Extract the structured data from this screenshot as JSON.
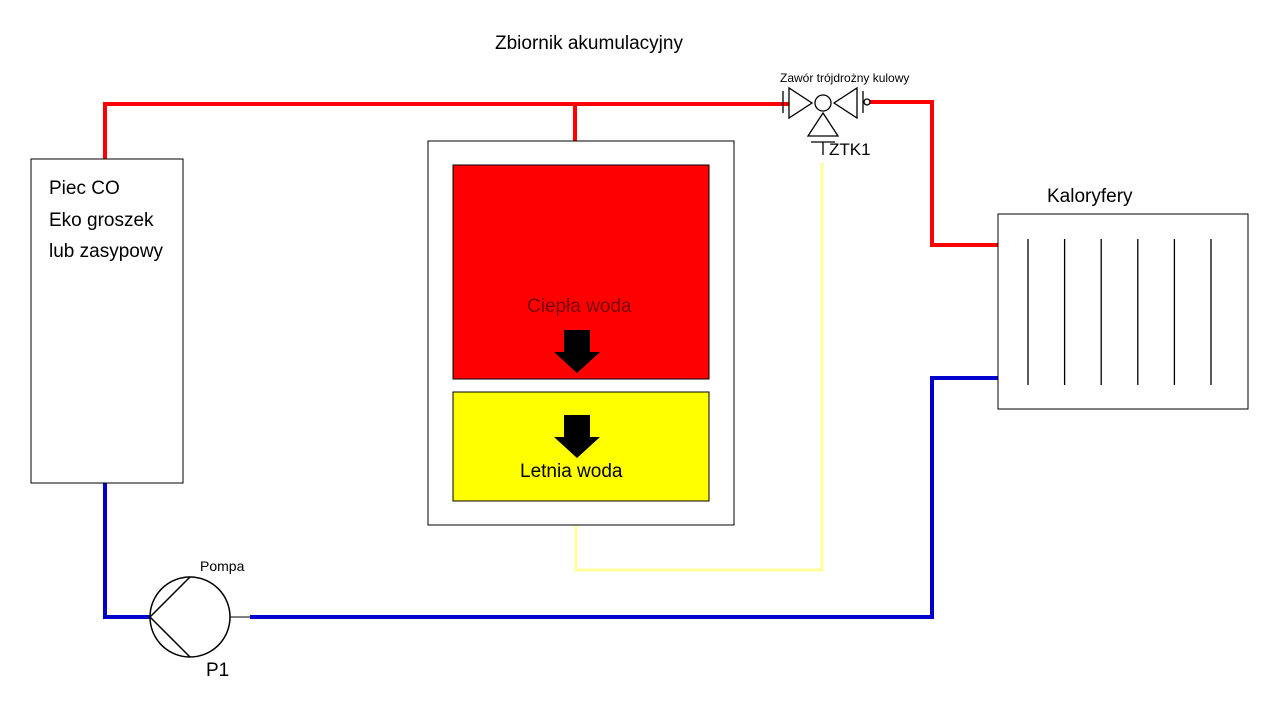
{
  "title": "Zbiornik akumulacyjny",
  "boiler": {
    "lines": [
      "Piec CO",
      "Eko groszek",
      "lub zasypowy"
    ]
  },
  "tank": {
    "hot_zone_label": "Ciepła woda",
    "warm_zone_label": "Letnia woda"
  },
  "valve": {
    "label": "Zawór trójdrożny kulowy",
    "tag": "ZTK1"
  },
  "radiators": {
    "label": "Kaloryfery",
    "fin_count": 6
  },
  "pump": {
    "label": "Pompa",
    "tag": "P1"
  },
  "colors": {
    "supply_pipe": "#ff0000",
    "return_pipe": "#0000cc",
    "sensor_line": "#ffff99",
    "hot_water": "#ff0000",
    "warm_water": "#ffff00",
    "outline": "#000000"
  }
}
